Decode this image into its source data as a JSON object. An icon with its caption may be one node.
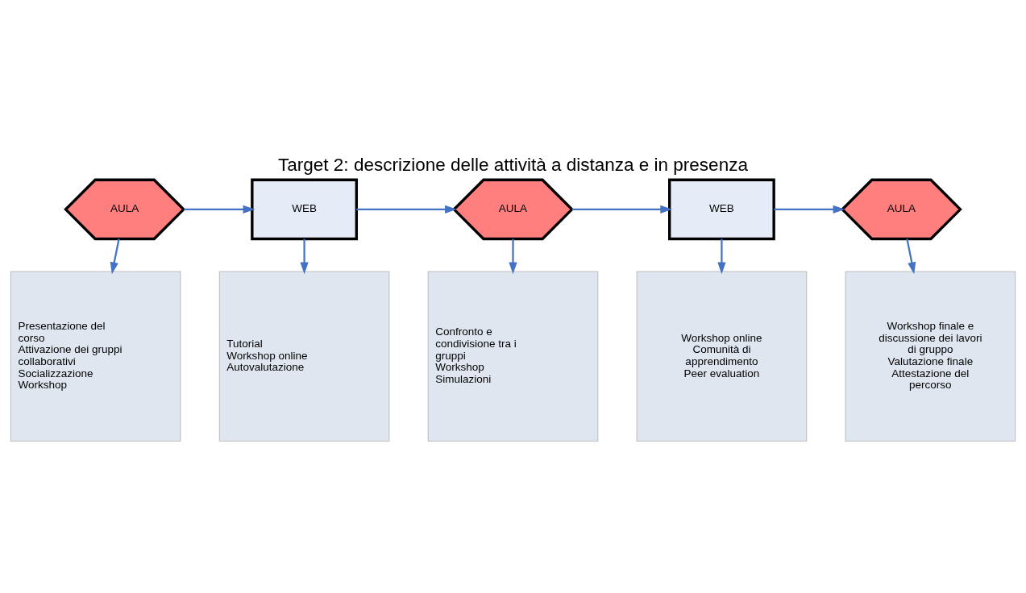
{
  "diagram": {
    "title": "Target 2: descrizione delle attività a distanza e in presenza",
    "nodes": [
      {
        "text": [
          "AULA"
        ]
      },
      {
        "text": [
          "WEB"
        ]
      },
      {
        "text": [
          "AULA"
        ]
      },
      {
        "text": [
          "WEB"
        ]
      },
      {
        "text": [
          "AULA"
        ]
      },
      {
        "text": [
          "Presentazione del corso",
          "Attivazione dei gruppi collaborativi",
          "Socializzazione",
          "Workshop"
        ]
      },
      {
        "text": [
          "Tutorial",
          "Workshop online",
          "Autovalutazione"
        ]
      },
      {
        "text": [
          "Confronto e condivisione tra i gruppi",
          "Workshop",
          "Simulazioni"
        ]
      },
      {
        "text": [
          "Workshop online",
          "Comunità di apprendimento",
          "Peer evaluation"
        ]
      },
      {
        "text": [
          "Workshop finale e discussione dei lavori di gruppo",
          "Valutazione finale",
          "Attestazione del percorso"
        ]
      }
    ],
    "edges": [
      {
        "from": 0,
        "to": 1,
        "arrow": "to"
      },
      {
        "from": 1,
        "to": 2,
        "arrow": "to"
      },
      {
        "from": 2,
        "to": 3,
        "arrow": "to"
      },
      {
        "from": 3,
        "to": 4,
        "arrow": "to"
      },
      {
        "from": 0,
        "to": 5,
        "arrow": "to"
      },
      {
        "from": 1,
        "to": 6,
        "arrow": "to"
      },
      {
        "from": 2,
        "to": 7,
        "arrow": "to"
      },
      {
        "from": 3,
        "to": 8,
        "arrow": "to"
      },
      {
        "from": 4,
        "to": 9,
        "arrow": "to"
      }
    ]
  }
}
